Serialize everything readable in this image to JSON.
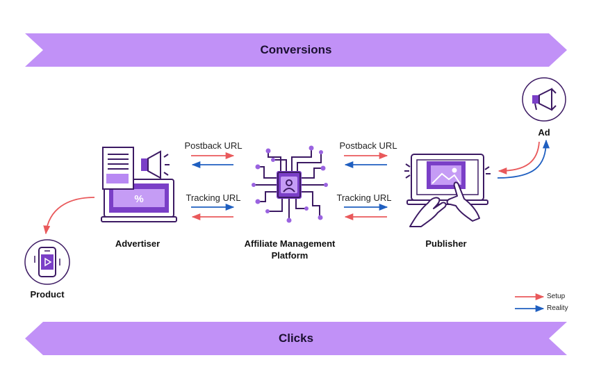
{
  "banners": {
    "top": "Conversions",
    "bottom": "Clicks"
  },
  "nodes": {
    "advertiser": "Advertiser",
    "platform_line1": "Affiliate Management",
    "platform_line2": "Platform",
    "publisher": "Publisher",
    "product": "Product",
    "ad": "Ad"
  },
  "flows": {
    "left_postback": "Postback URL",
    "left_tracking": "Tracking URL",
    "right_postback": "Postback URL",
    "right_tracking": "Tracking URL"
  },
  "legend": {
    "setup": "Setup",
    "reality": "Reality"
  },
  "colors": {
    "banner": "#c191f7",
    "purple": "#7a3fc7",
    "outline": "#3c1a63",
    "setup": "#e9595b",
    "reality": "#1f5fc0"
  },
  "icons": [
    "document-icon",
    "megaphone-icon",
    "percent-icon",
    "laptop-icon",
    "circuit-icon",
    "user-icon",
    "image-icon",
    "hands-icon",
    "phone-icon",
    "play-icon"
  ]
}
